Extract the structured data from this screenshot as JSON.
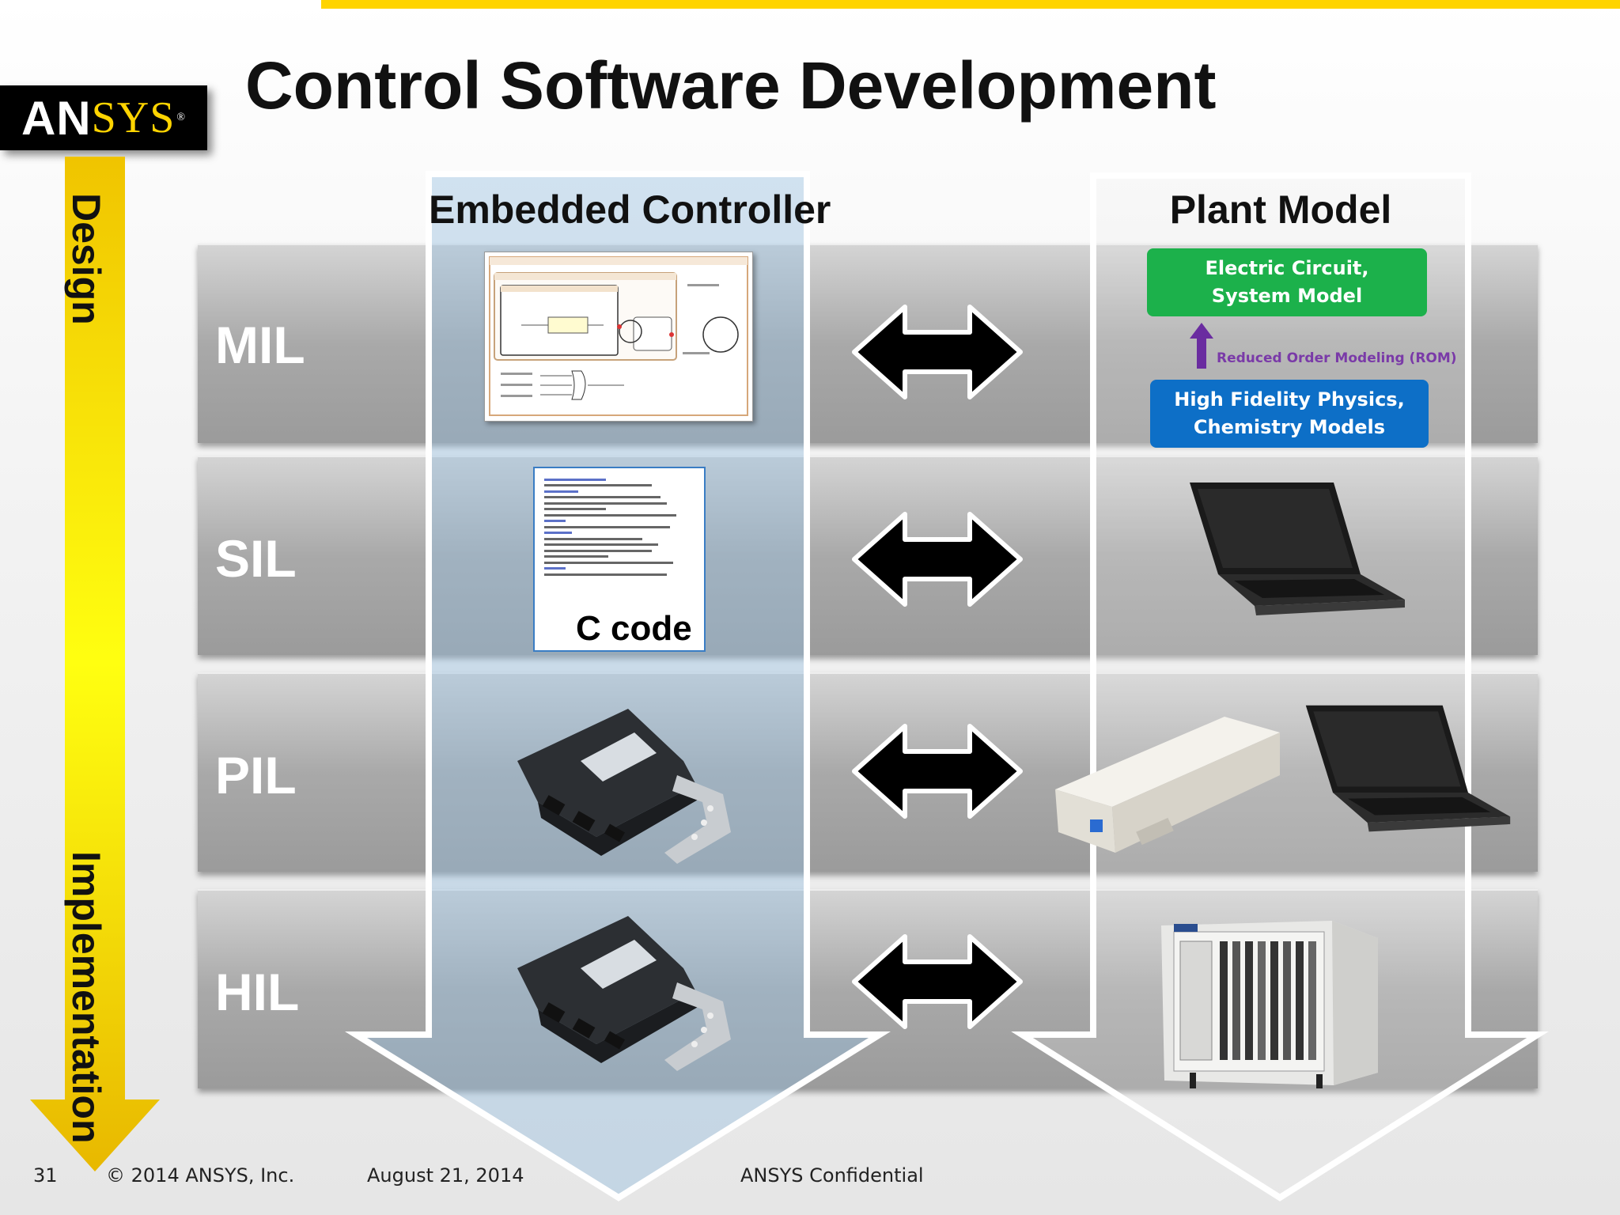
{
  "slide": {
    "title": "Control Software Development",
    "logo_text_an": "AN",
    "logo_text_sys": "SYS",
    "logo_reg": "®",
    "phase_top": "Design",
    "phase_bottom": "Implementation"
  },
  "columns": {
    "left": "Embedded Controller",
    "right": "Plant Model"
  },
  "rows": [
    {
      "label": "MIL"
    },
    {
      "label": "SIL"
    },
    {
      "label": "PIL"
    },
    {
      "label": "HIL"
    }
  ],
  "mil_plant": {
    "green_line1": "Electric Circuit,",
    "green_line2": "System Model",
    "rom_label": "Reduced Order Modeling (ROM)",
    "blue_line1": "High Fidelity Physics,",
    "blue_line2": "Chemistry Models"
  },
  "sil_controller": {
    "code_label": "C code"
  },
  "footer": {
    "page_number": "31",
    "copyright": "© 2014 ANSYS, Inc.",
    "date": "August 21, 2014",
    "confidential": "ANSYS Confidential"
  },
  "colors": {
    "accent_yellow": "#ffd400",
    "green": "#1cb14b",
    "blue": "#0d6fc7",
    "purple": "#7a3aa8"
  }
}
